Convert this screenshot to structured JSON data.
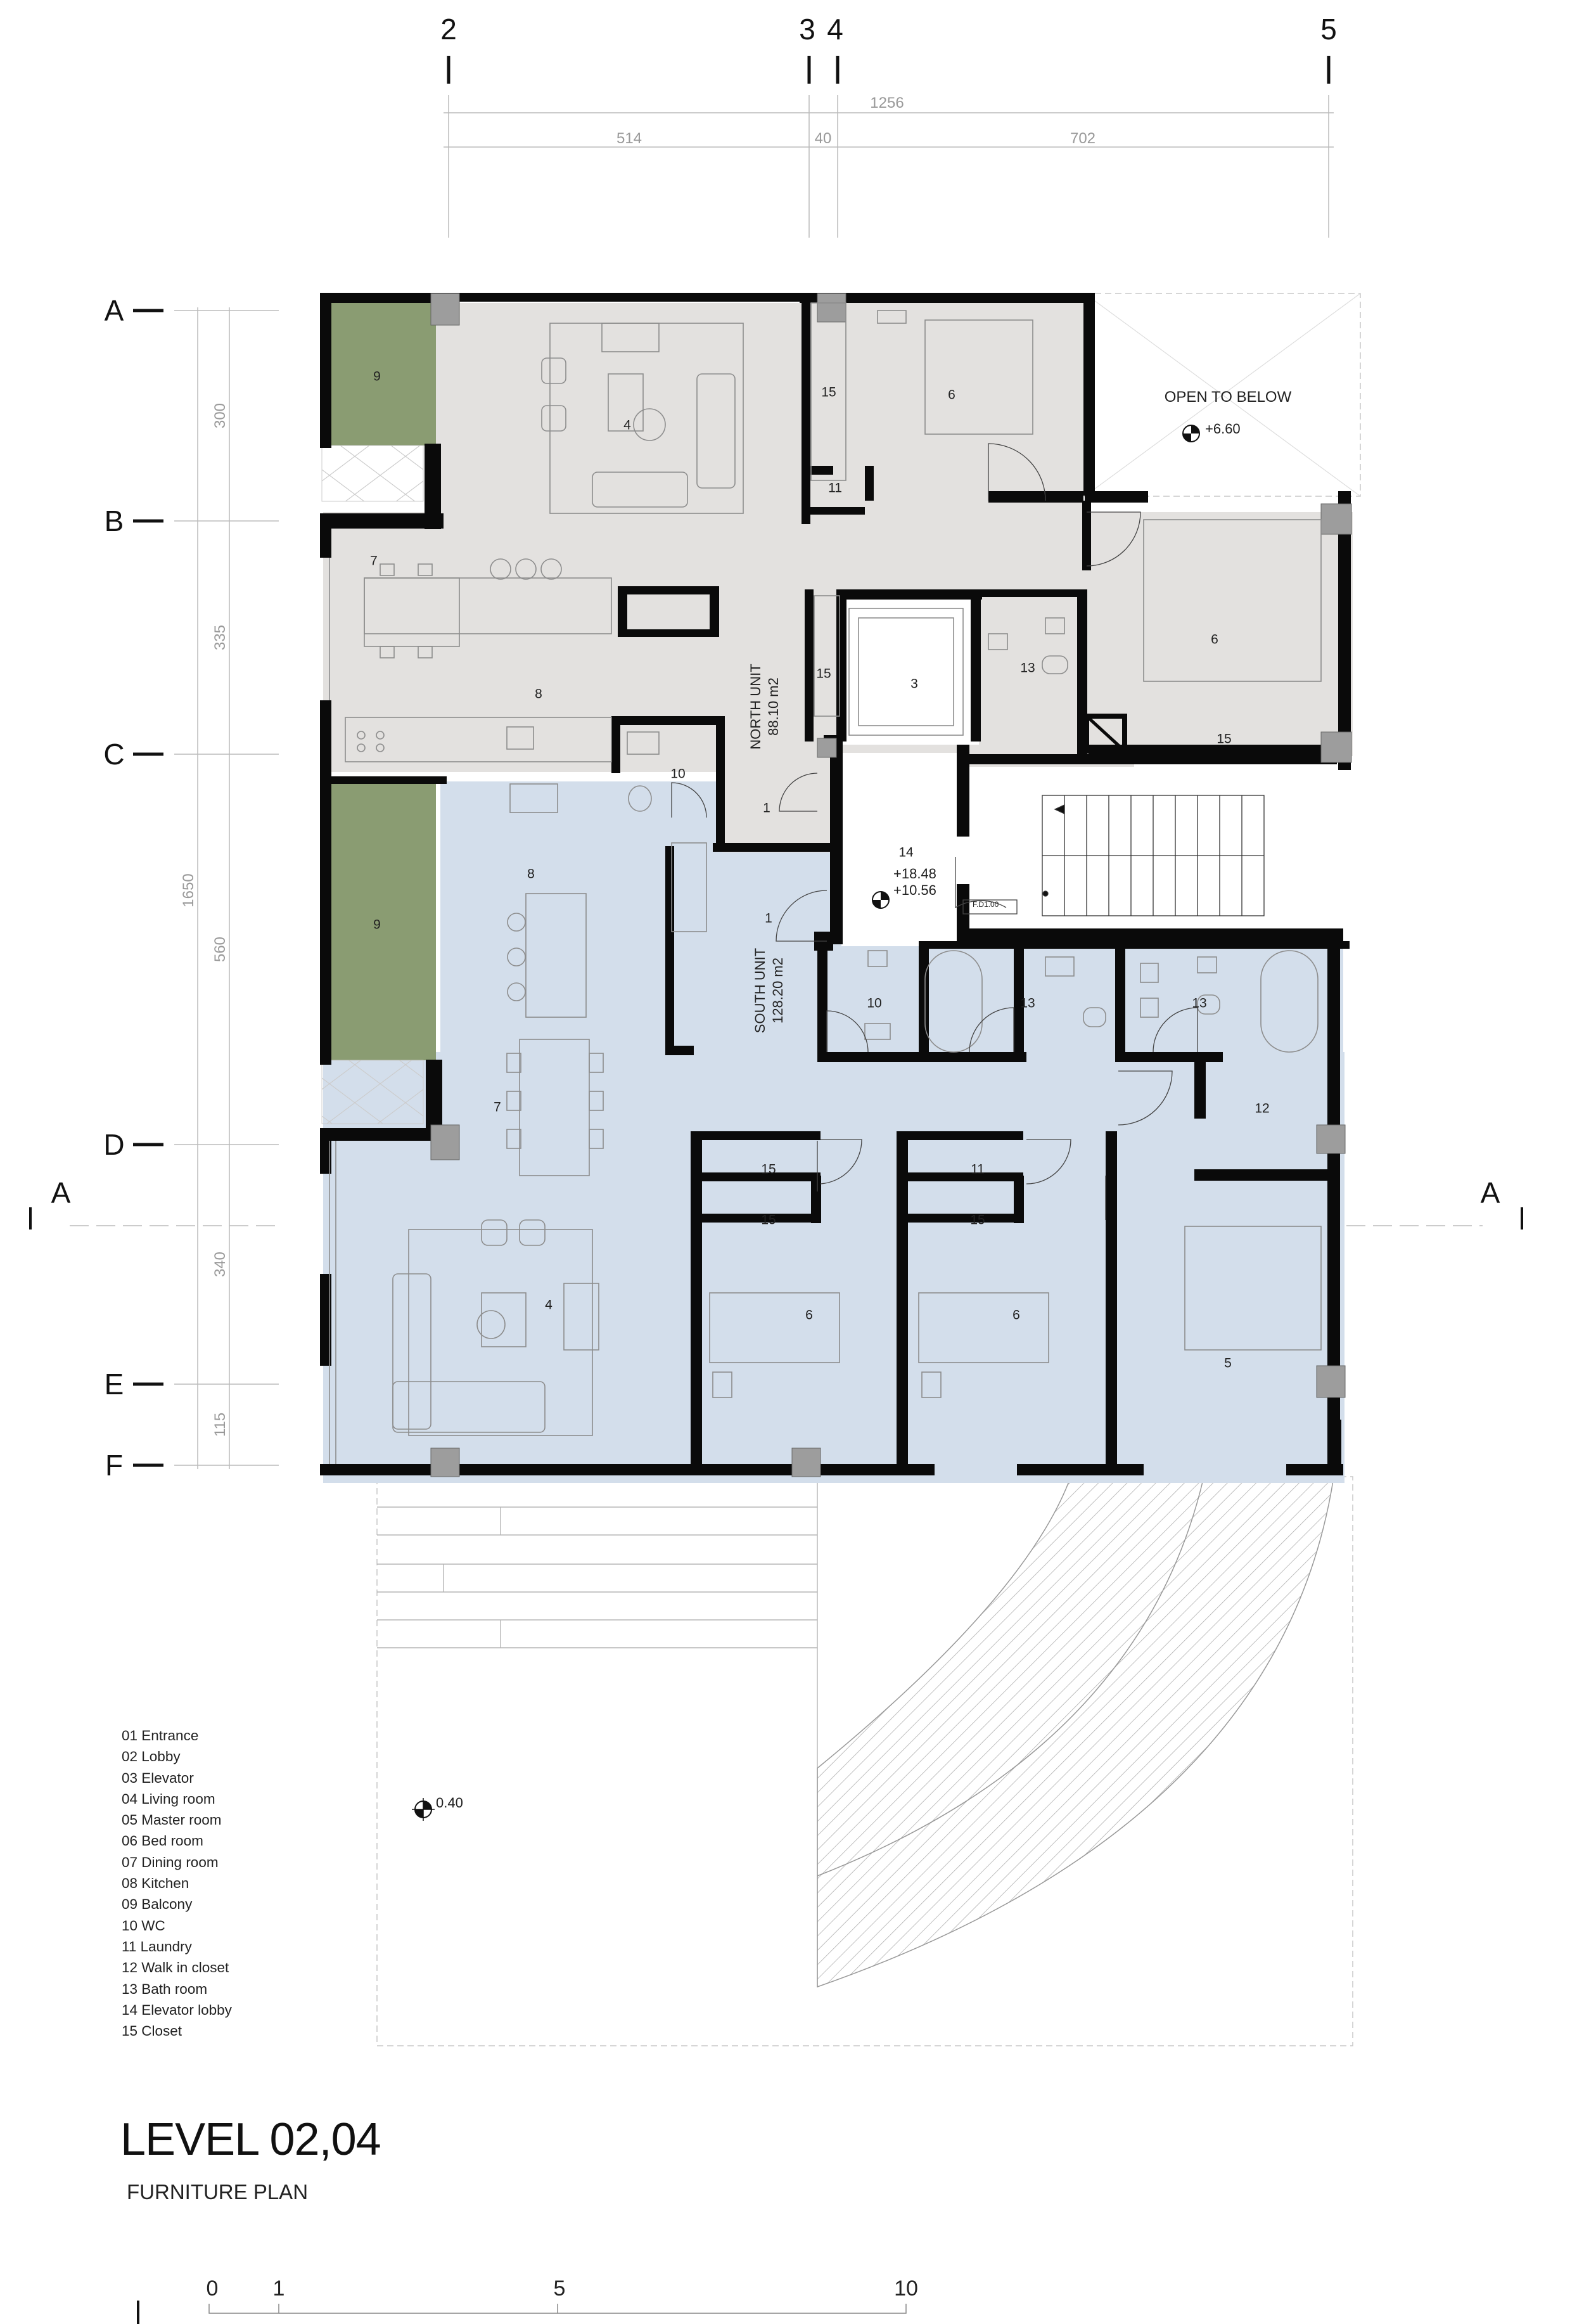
{
  "axes_top": {
    "labels": [
      "2",
      "3",
      "4",
      "5"
    ],
    "dim_total": "1256",
    "dim_segments": [
      "514",
      "40",
      "702"
    ]
  },
  "axes_left": {
    "labels": [
      "A",
      "B",
      "C",
      "D",
      "E",
      "F"
    ],
    "dim_total": "1650",
    "dim_segments": [
      "300",
      "335",
      "560",
      "340",
      "115"
    ]
  },
  "section_marker": "A",
  "units": {
    "north": {
      "name": "NORTH UNIT",
      "area": "88.10  m2"
    },
    "south": {
      "name": "SOUTH UNIT",
      "area": "128.20  m2"
    }
  },
  "notes": {
    "open_to_below": "OPEN TO BELOW",
    "level_open": "+6.60",
    "level_lobby_1": "+18.48",
    "level_lobby_2": "+10.56",
    "door_tag": "F.D1.00",
    "level_ground": "0.40"
  },
  "room_numbers": {
    "n_balcony": "9",
    "n_living": "4",
    "n_bed1": "6",
    "n_closet1": "15",
    "n_laundry": "11",
    "n_dining": "7",
    "n_kitchen": "8",
    "n_closet2": "15",
    "n_elevator": "3",
    "n_bath": "13",
    "n_bed2": "6",
    "n_closet3": "15",
    "n_wc": "10",
    "n_entrance": "1",
    "lobby": "14",
    "s_entrance": "1",
    "s_kitchen": "8",
    "s_balcony": "9",
    "s_dining": "7",
    "s_wc": "10",
    "s_bath1": "13",
    "s_bath2": "13",
    "s_walkin": "12",
    "s_living": "4",
    "s_closet1": "15",
    "s_closet2": "15",
    "s_laundry": "11",
    "s_closet3": "15",
    "s_bed1": "6",
    "s_bed2": "6",
    "s_master": "5"
  },
  "legend": [
    "01  Entrance",
    "02  Lobby",
    "03  Elevator",
    "04  Living room",
    "05  Master room",
    "06  Bed room",
    "07  Dining room",
    "08  Kitchen",
    "09  Balcony",
    "10  WC",
    "11  Laundry",
    "12  Walk in closet",
    "13 Bath room",
    "14 Elevator lobby",
    "15 Closet"
  ],
  "title": "LEVEL 02,04",
  "subtitle": "FURNITURE PLAN",
  "scale_bar": [
    "0",
    "1",
    "5",
    "10"
  ],
  "colors": {
    "north_unit_fill": "#e3e1df",
    "south_unit_fill": "#d3deeb",
    "balcony_fill": "#8a9c72",
    "wall": "#0a0a0a"
  }
}
